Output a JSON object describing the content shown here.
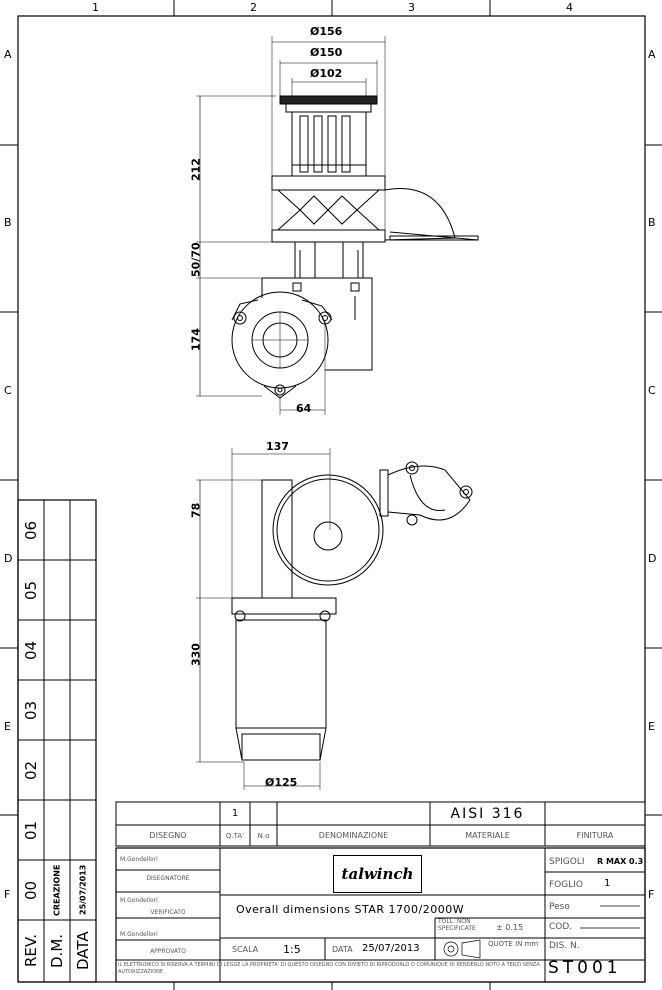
{
  "zones": {
    "columns": [
      "1",
      "2",
      "3",
      "4"
    ],
    "rows": [
      "A",
      "B",
      "C",
      "D",
      "E",
      "F"
    ]
  },
  "dimensions": {
    "d156": "Ø156",
    "d150": "Ø150",
    "d102": "Ø102",
    "h212": "212",
    "h5070": "50/70",
    "h174": "174",
    "w64": "64",
    "w137": "137",
    "h78": "78",
    "h330": "330",
    "d125": "Ø125"
  },
  "revision_table": {
    "revisions": [
      "06",
      "05",
      "04",
      "03",
      "02",
      "01",
      "00"
    ],
    "rev0_description": "CREAZIONE",
    "rev0_date": "25/07/2013",
    "headers": [
      "REV.",
      "D.M.",
      "DATA"
    ]
  },
  "parts_list": {
    "qty": "1",
    "material": "AISI 316",
    "headers": {
      "drawing": "DISEGNO",
      "qty": "Q.TA'",
      "number": "N.o",
      "name": "DENOMINAZIONE",
      "material": "MATERIALE",
      "finish": "FINITURA"
    }
  },
  "title_block": {
    "people": [
      {
        "name": "M.Gondellori",
        "role": "DISEGNATORE"
      },
      {
        "name": "M.Gondellori",
        "role": "VERIFICATO"
      },
      {
        "name": "M.Gondellori",
        "role": "APPROVATO"
      }
    ],
    "logo": "talwinch",
    "title": "Overall dimensions STAR 1700/2000W",
    "tolerance_label": "TOLL. NON SPECIFICATE",
    "tolerance_value": "± 0.15",
    "scale_label": "SCALA",
    "scale_value": "1:5",
    "date_label": "DATA",
    "date_value": "25/07/2013",
    "units_label": "QUOTE IN mm",
    "edges_label": "SPIGOLI",
    "edges_value": "R MAX 0.3",
    "sheet_label": "FOGLIO",
    "sheet_value": "1",
    "weight_label": "Peso",
    "code_label": "COD.",
    "drawing_no_label": "DIS. N.",
    "drawing_no_value": "ST001",
    "notice": "IL ELETTRONICO SI RISERVA A TERMINI DI LEGGE LA PROPRIETA' DI QUESTO DISEGNO CON DIVIETO DI RIPRODURLO O COMUNIQUE DI RENDERLO NOTO A TERZI SENZA AUTORIZZAZIONE"
  }
}
